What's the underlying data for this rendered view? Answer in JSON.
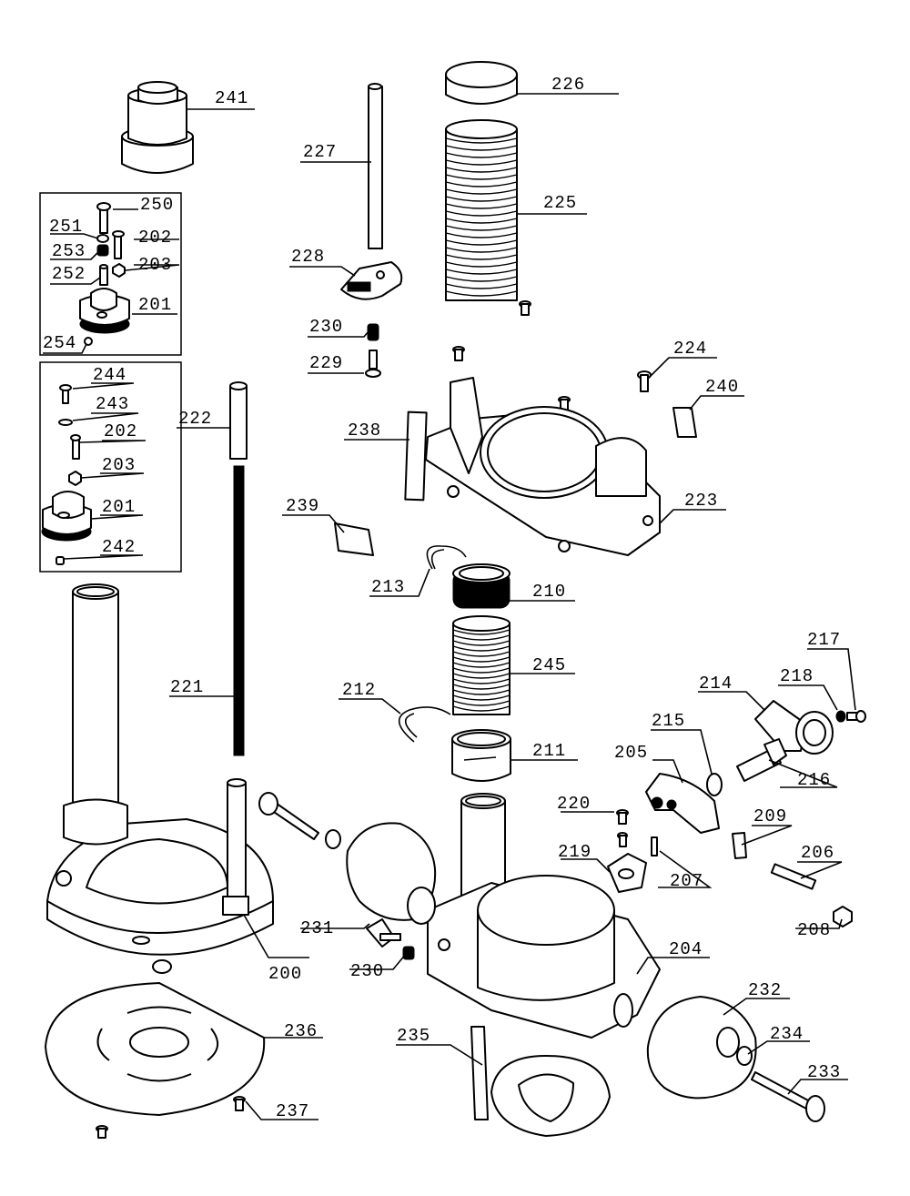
{
  "labels": {
    "p200": "200",
    "p201a": "201",
    "p201b": "201",
    "p202a": "202",
    "p202b": "202",
    "p203a": "203",
    "p203b": "203",
    "p204": "204",
    "p205": "205",
    "p206": "206",
    "p207": "207",
    "p208": "208",
    "p209": "209",
    "p210": "210",
    "p211": "211",
    "p212": "212",
    "p213": "213",
    "p214": "214",
    "p215": "215",
    "p216": "216",
    "p217": "217",
    "p218": "218",
    "p219": "219",
    "p220": "220",
    "p221": "221",
    "p222": "222",
    "p223": "223",
    "p224": "224",
    "p225": "225",
    "p226": "226",
    "p227": "227",
    "p228": "228",
    "p229": "229",
    "p230a": "230",
    "p230b": "230",
    "p231": "231",
    "p232": "232",
    "p233": "233",
    "p234": "234",
    "p235": "235",
    "p236": "236",
    "p237": "237",
    "p238": "238",
    "p239": "239",
    "p240": "240",
    "p241": "241",
    "p242": "242",
    "p243": "243",
    "p244": "244",
    "p245": "245",
    "p250": "250",
    "p251": "251",
    "p252": "252",
    "p253": "253",
    "p254": "254"
  }
}
